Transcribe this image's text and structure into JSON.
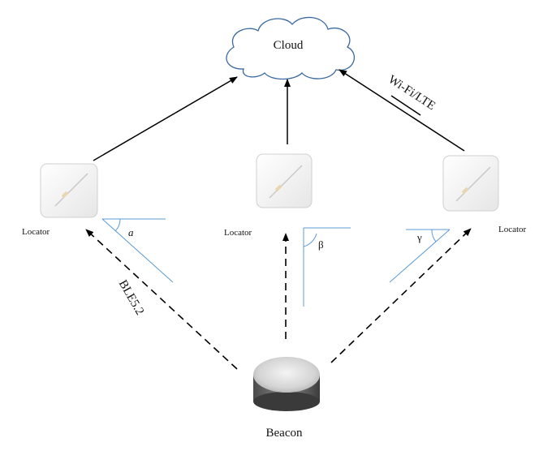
{
  "cloud": {
    "label": "Cloud"
  },
  "locators": [
    {
      "label": "Locator",
      "angle_symbol": "a"
    },
    {
      "label": "Locator",
      "angle_symbol": "β"
    },
    {
      "label": "Locator",
      "angle_symbol": "γ"
    }
  ],
  "beacon": {
    "label": "Beacon"
  },
  "links": {
    "ble_label": "BLE5.2",
    "uplink_label": "Wi-Fi/LTE"
  },
  "colors": {
    "arrow": "#000000",
    "angle_line": "#5b9bd5",
    "cloud_stroke": "#3b6aa0"
  }
}
